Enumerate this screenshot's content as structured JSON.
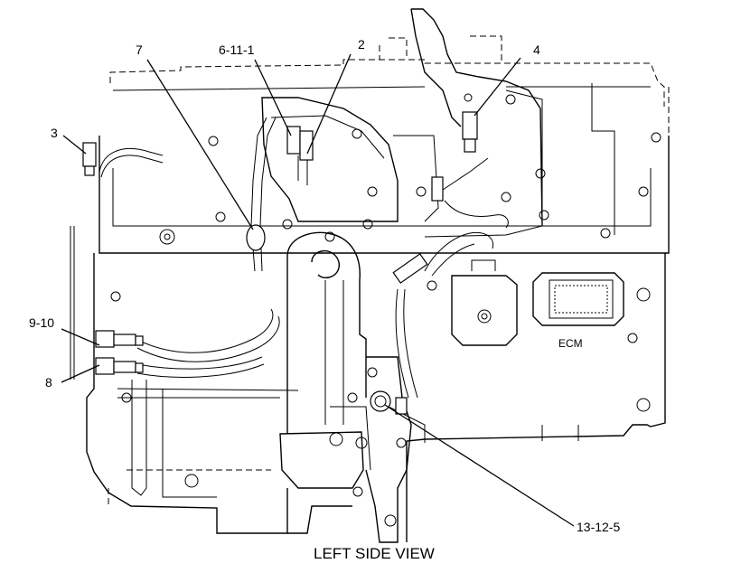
{
  "caption": "LEFT SIDE VIEW",
  "module_label": "ECM",
  "callouts": {
    "c7": "7",
    "c6111": "6-11-1",
    "c2": "2",
    "c4": "4",
    "c3": "3",
    "c910": "9-10",
    "c8": "8",
    "c13125": "13-12-5"
  }
}
